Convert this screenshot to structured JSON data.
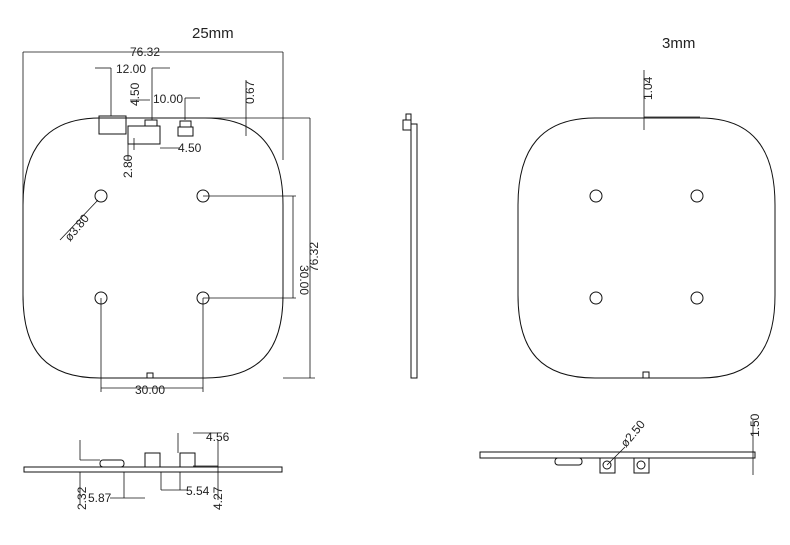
{
  "titles": {
    "front": "25mm",
    "back": "3mm"
  },
  "front_dims": {
    "width_top": "76.32",
    "connector_offset": "12.00",
    "small_height": "4.50",
    "pad_spacing": "10.00",
    "edge_offset": "0.67",
    "pad_width": "4.50",
    "depth": "2.80",
    "hole_diameter": "ø3.80",
    "hole_spacing_v": "30.00",
    "height": "76.32",
    "hole_spacing_h": "30.00"
  },
  "back_dims": {
    "offset": "1.04"
  },
  "bottom_left_dims": {
    "a": "4.56",
    "b": "2.32",
    "c": "5.87",
    "d": "5.54",
    "e": "4.27"
  },
  "bottom_right_dims": {
    "hole": "ø2.50",
    "thickness": "1.50"
  }
}
